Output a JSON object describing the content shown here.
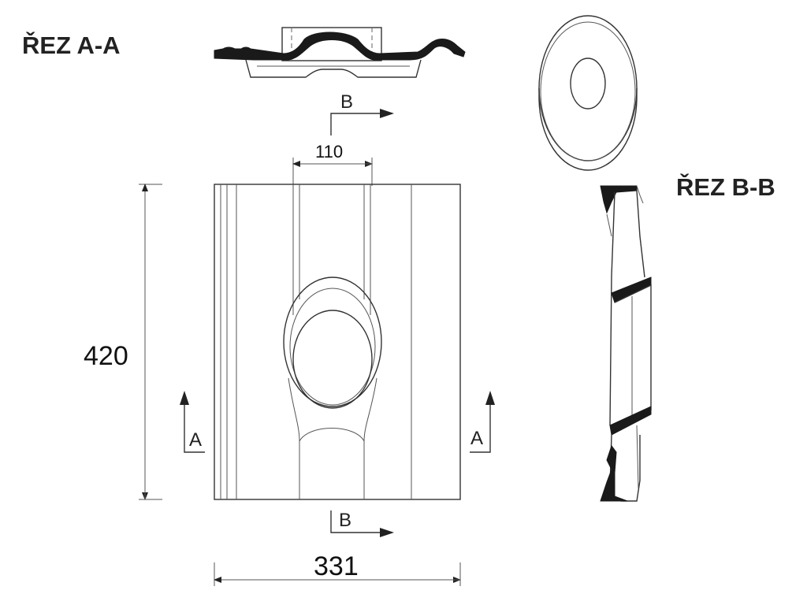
{
  "sections": {
    "aa_title": "ŘEZ A-A",
    "bb_title": "ŘEZ B-B"
  },
  "dimensions": {
    "height": "420",
    "width": "331",
    "pipe": "110"
  },
  "cut_markers": {
    "a_left": "A",
    "a_right": "A",
    "b_top": "B",
    "b_bottom": "B"
  }
}
